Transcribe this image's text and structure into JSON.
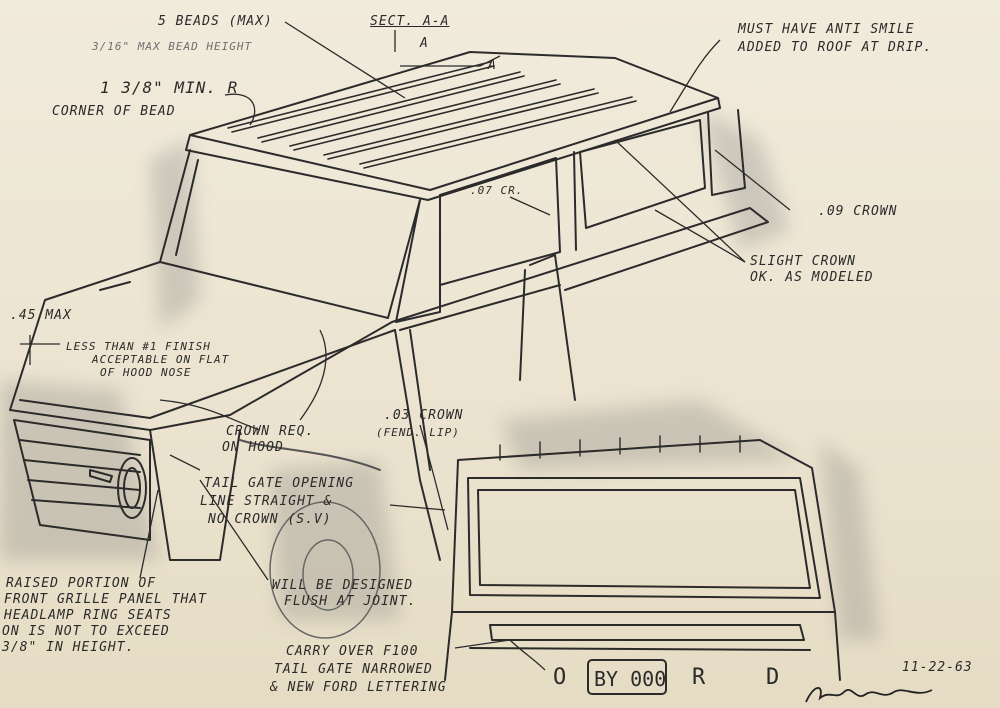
{
  "notes": {
    "beads_max": "5 BEADS (MAX)",
    "bead_height": "3/16\" MAX BEAD HEIGHT",
    "section": "SECT. A-A",
    "section_a1": "A",
    "section_a2": "A",
    "anti_smile_1": "MUST HAVE ANTI SMILE",
    "anti_smile_2": "ADDED TO ROOF AT DRIP.",
    "corner_bead_1": "1 3/8\" MIN. R",
    "corner_bead_2": "CORNER OF BEAD",
    "crown_07": ".07 CR.",
    "crown_09": ".09 CROWN",
    "slight_crown_1": "SLIGHT CROWN",
    "slight_crown_2": "OK. AS MODELED",
    "max_45": ".45 MAX",
    "finish_1": "LESS THAN #1 FINISH",
    "finish_2": "ACCEPTABLE ON FLAT",
    "finish_3": "OF HOOD NOSE",
    "crown_req_1": "CROWN REQ.",
    "crown_req_2": "ON HOOD",
    "crown_03_1": ".03 CROWN",
    "crown_03_2": "(FEND. LIP)",
    "tailgate_1": "TAIL GATE OPENING",
    "tailgate_2": "LINE STRAIGHT &",
    "tailgate_3": "NO CROWN (S.V)",
    "grille_1": "RAISED PORTION OF",
    "grille_2": "FRONT GRILLE PANEL THAT",
    "grille_3": "HEADLAMP RING SEATS",
    "grille_4": "ON IS NOT TO EXCEED",
    "grille_5": "3/8\" IN HEIGHT.",
    "flush_1": "WILL BE DESIGNED",
    "flush_2": "FLUSH AT JOINT.",
    "carry_1": "CARRY OVER F100",
    "carry_2": "TAIL GATE NARROWED",
    "carry_3": "& NEW FORD LETTERING",
    "letter_o": "O",
    "plate": "BY 000",
    "letter_r": "R",
    "letter_d": "D",
    "date": "11-22-63"
  },
  "colors": {
    "paper": "#ece5d3",
    "ink": "#2a2a2a",
    "pencil": "#6e6e6e"
  }
}
